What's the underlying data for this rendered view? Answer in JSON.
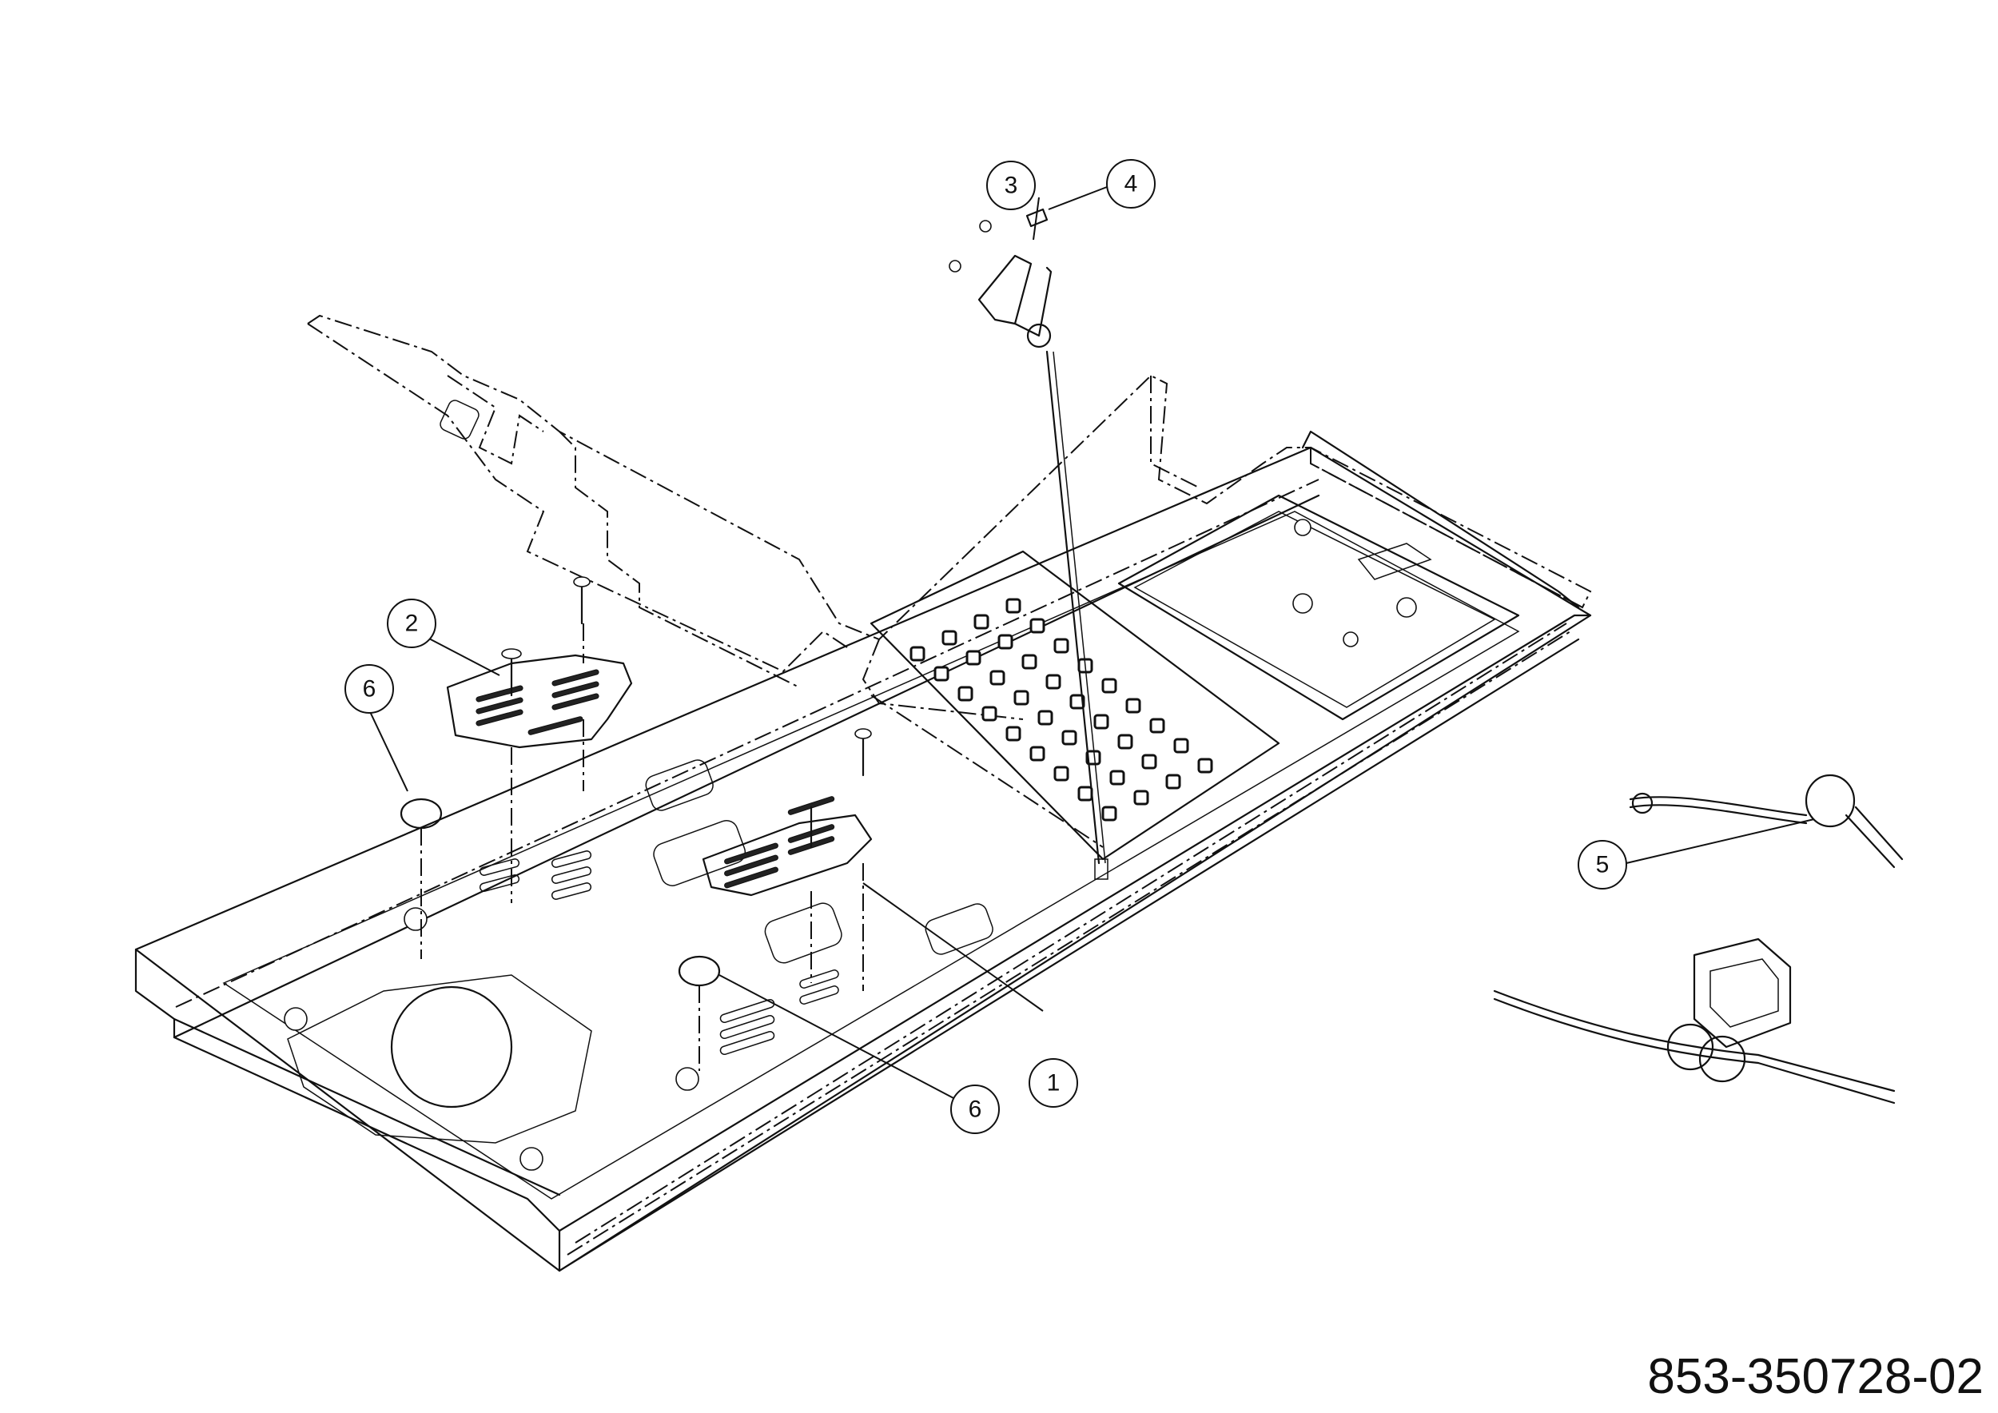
{
  "callouts": [
    {
      "id": "callout-1",
      "label": "1"
    },
    {
      "id": "callout-2",
      "label": "2"
    },
    {
      "id": "callout-3",
      "label": "3"
    },
    {
      "id": "callout-4",
      "label": "4"
    },
    {
      "id": "callout-5",
      "label": "5"
    },
    {
      "id": "callout-6a",
      "label": "6"
    },
    {
      "id": "callout-6b",
      "label": "6"
    }
  ],
  "drawing_number": "853-350728-02"
}
